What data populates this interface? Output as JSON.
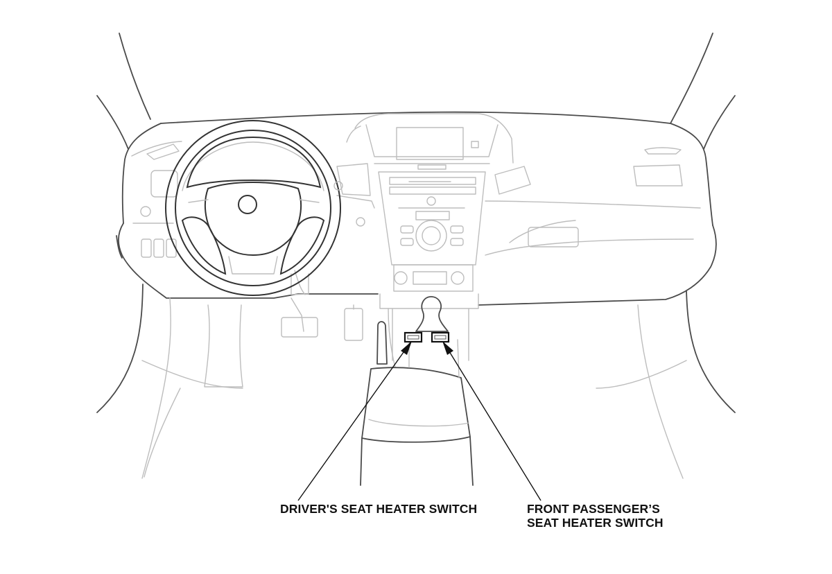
{
  "callouts": {
    "driver_switch": "DRIVER'S SEAT HEATER SWITCH",
    "passenger_switch_line1": "FRONT PASSENGER’S",
    "passenger_switch_line2": "SEAT HEATER SWITCH"
  },
  "colors": {
    "outline_dark": "#333333",
    "outline_light": "#bdbdbd",
    "text": "#111111",
    "background": "#ffffff"
  }
}
